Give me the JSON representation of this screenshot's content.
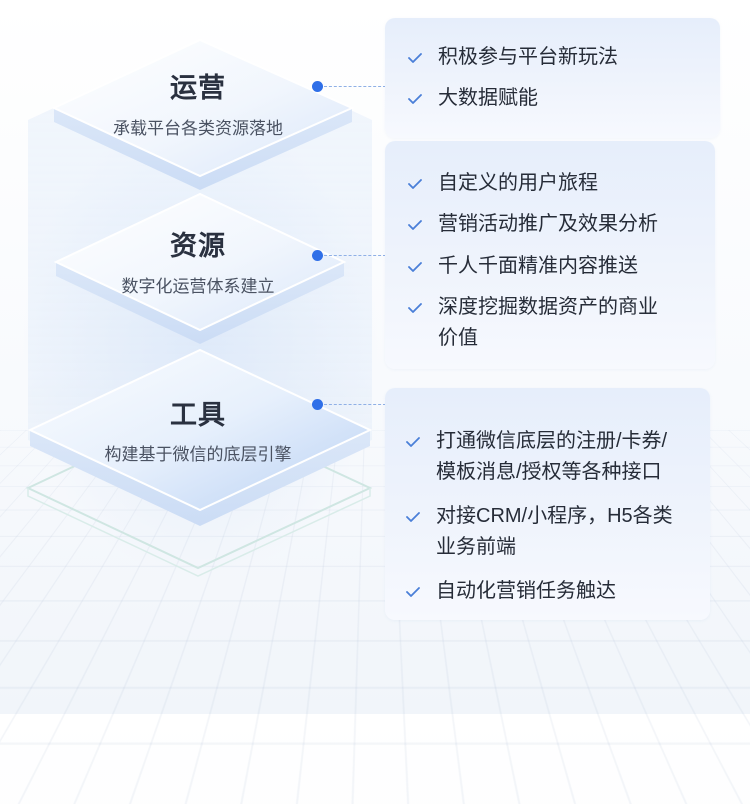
{
  "layers": [
    {
      "title": "运营",
      "subtitle": "承载平台各类资源落地"
    },
    {
      "title": "资源",
      "subtitle": "数字化运营体系建立"
    },
    {
      "title": "工具",
      "subtitle": "构建基于微信的底层引擎"
    }
  ],
  "panels": [
    {
      "items": [
        "积极参与平台新玩法",
        "大数据赋能"
      ]
    },
    {
      "items": [
        "自定义的用户旅程",
        "营销活动推广及效果分析",
        "千人千面精准内容推送",
        "深度挖掘数据资产的商业\n价值"
      ]
    },
    {
      "items": [
        "打通微信底层的注册/卡券/\n模板消息/授权等各种接口",
        "对接CRM/小程序，H5各类\n业务前端",
        "自动化营销任务触达"
      ]
    }
  ],
  "colors": {
    "accent": "#2f6fe8",
    "check": "#4a7fd8",
    "title_text": "#2a3140",
    "panel_bg": "#e9f0fb"
  },
  "icons": {
    "bullet": "check-icon"
  }
}
